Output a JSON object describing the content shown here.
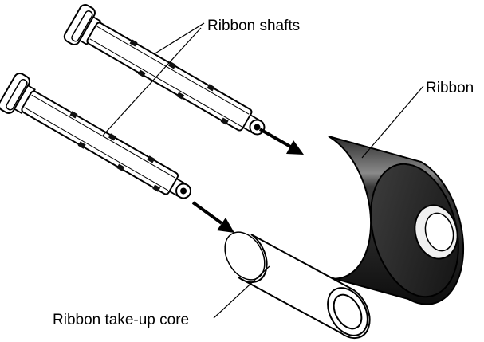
{
  "labels": {
    "ribbon_shafts": "Ribbon shafts",
    "ribbon": "Ribbon",
    "takeup_core": "Ribbon take-up core"
  }
}
